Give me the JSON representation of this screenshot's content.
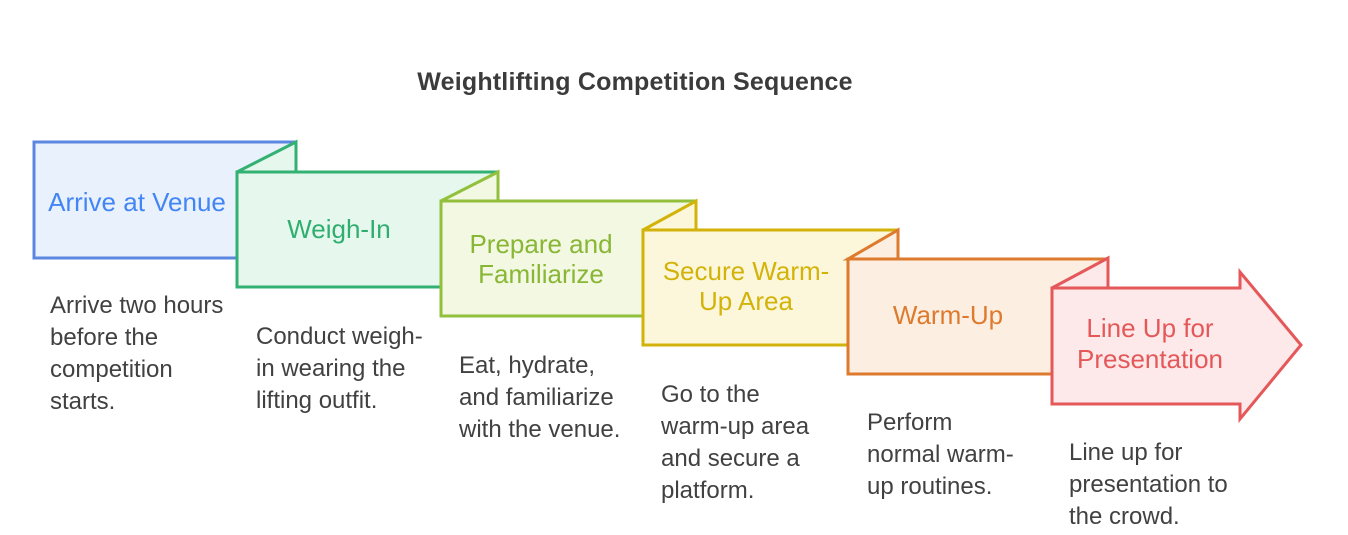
{
  "title": "Weightlifting Competition Sequence",
  "title_color": "#3b3b3b",
  "description_color": "#414141",
  "background_color": "#ffffff",
  "steps": [
    {
      "name": "arrive-at-venue",
      "label": "Arrive at Venue",
      "label_lines": [
        "Arrive at Venue"
      ],
      "description": "Arrive two hours before the competition starts.",
      "desc_lines": [
        "Arrive two hours",
        "before the",
        "competition",
        "starts."
      ],
      "border_color": "#5b87e0",
      "fill_color": "#e9f1fc",
      "text_color": "#4285f4"
    },
    {
      "name": "weigh-in",
      "label": "Weigh-In",
      "label_lines": [
        "Weigh-In"
      ],
      "description": "Conduct weigh-in wearing the lifting outfit.",
      "desc_lines": [
        "Conduct weigh-",
        "in wearing the",
        "lifting outfit."
      ],
      "border_color": "#33b173",
      "fill_color": "#e6f8ee",
      "text_color": "#2fae6f"
    },
    {
      "name": "prepare-and-familiarize",
      "label": "Prepare and Familiarize",
      "label_lines": [
        "Prepare and",
        "Familiarize"
      ],
      "description": "Eat, hydrate, and familiarize with the venue.",
      "desc_lines": [
        "Eat, hydrate,",
        "and familiarize",
        "with the venue."
      ],
      "border_color": "#92c03d",
      "fill_color": "#f2f8e1",
      "text_color": "#89b735"
    },
    {
      "name": "secure-warm-up-area",
      "label": "Secure Warm-Up Area",
      "label_lines": [
        "Secure Warm-",
        "Up Area"
      ],
      "description": "Go to the warm-up area and secure a platform.",
      "desc_lines": [
        "Go to the",
        "warm-up area",
        "and secure a",
        "platform."
      ],
      "border_color": "#d3b30a",
      "fill_color": "#fcf7da",
      "text_color": "#d3b30a"
    },
    {
      "name": "warm-up",
      "label": "Warm-Up",
      "label_lines": [
        "Warm-Up"
      ],
      "description": "Perform normal warm-up routines.",
      "desc_lines": [
        "Perform",
        "normal warm-",
        "up routines."
      ],
      "border_color": "#de7a2d",
      "fill_color": "#fcefe1",
      "text_color": "#de7a2d"
    },
    {
      "name": "line-up-for-presentation",
      "label": "Line Up for Presentation",
      "label_lines": [
        "Line Up for",
        "Presentation"
      ],
      "description": "Line up for presentation to the crowd.",
      "desc_lines": [
        "Line up for",
        "presentation to",
        "the crowd."
      ],
      "border_color": "#e5585a",
      "fill_color": "#fde9e9",
      "text_color": "#e5585a"
    }
  ]
}
